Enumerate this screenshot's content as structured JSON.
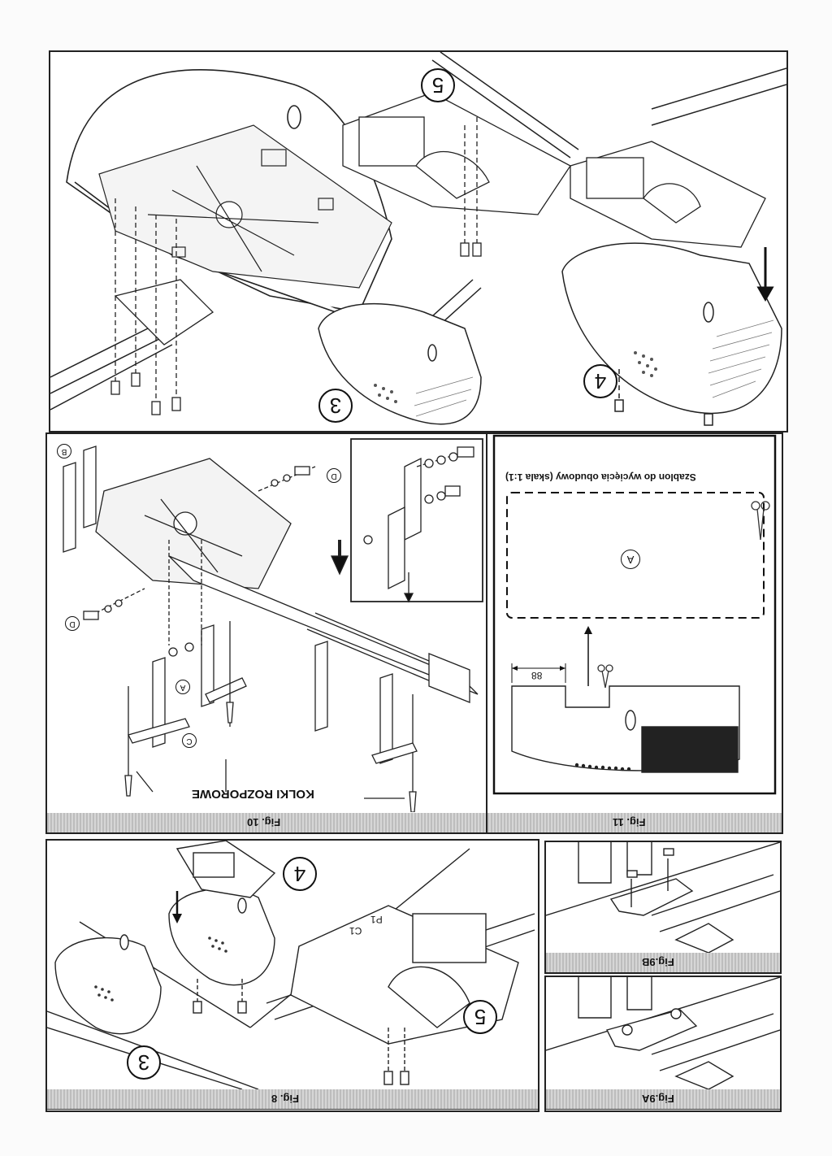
{
  "figures": {
    "fig10": {
      "label": "Fig. 10",
      "caption": "KOLKI ROZPOROWE",
      "callouts": [
        "A",
        "B",
        "C",
        "D",
        "D"
      ]
    },
    "fig11": {
      "label": "Fig. 11",
      "template_title": "Szablon do wycięcia obudowy (skala 1:1)",
      "callout": "A",
      "dimension": "88"
    },
    "fig8": {
      "label": "Fig. 8",
      "callouts": [
        "C1",
        "P1"
      ],
      "steps": [
        "3",
        "4",
        "5"
      ]
    },
    "fig9a": {
      "label": "Fig.9A"
    },
    "fig9b": {
      "label": "Fig.9B"
    },
    "top": {
      "steps": [
        "3",
        "4",
        "5"
      ]
    }
  }
}
